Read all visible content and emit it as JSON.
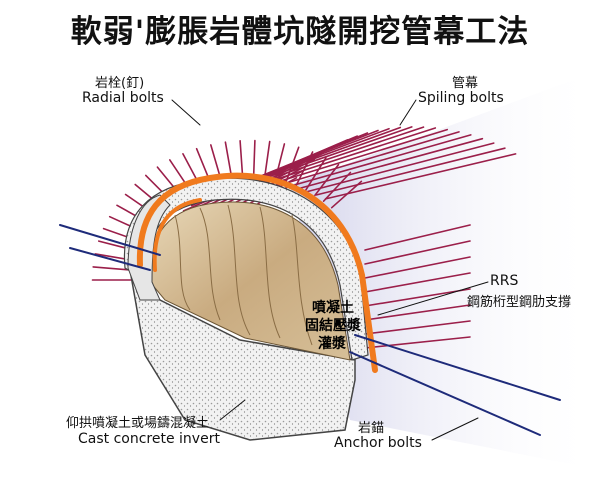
{
  "title": "軟弱'膨脹岩體坑隧開挖管幕工法",
  "labels": {
    "radial_zh": "岩栓(釘)",
    "radial_en": "Radial bolts",
    "spiling_zh": "管幕",
    "spiling_en": "Spiling bolts",
    "rrs_en": "RRS",
    "rrs_zh": "鋼筋桁型鋼肋支撐",
    "shotcrete_line1": "噴凝土",
    "shotcrete_line2": "固結壓漿",
    "shotcrete_line3": "灌漿",
    "invert_zh": "仰拱噴凝土或場鑄混凝土",
    "invert_en": "Cast concrete invert",
    "anchor_zh": "岩錨",
    "anchor_en": "Anchor bolts"
  },
  "colors": {
    "bolt": "#9b1f4a",
    "rib": "#f07a1e",
    "anchor": "#1e2b7a",
    "rock_face": "#d9c4a0",
    "shadow": "#cfd0ea"
  }
}
